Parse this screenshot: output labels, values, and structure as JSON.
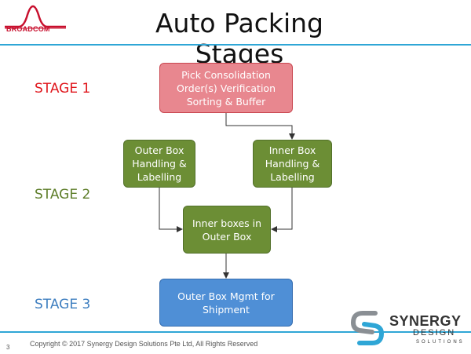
{
  "header": {
    "logo_text": "BROADCOM",
    "title": "Auto Packing Stages"
  },
  "stages": {
    "stage1": "STAGE 1",
    "stage2": "STAGE 2",
    "stage3": "STAGE 3"
  },
  "boxes": {
    "pick": "Pick Consolidation\nOrder(s) Verification\nSorting & Buffer",
    "outer_handling": "Outer Box\nHandling &\nLabelling",
    "inner_handling": "Inner Box\nHandling &\nLabelling",
    "inner_in_outer": "Inner boxes in\nOuter Box",
    "outer_mgmt": "Outer Box Mgmt for\nShipment"
  },
  "footer": {
    "copyright": "Copyright © 2017 Synergy Design Solutions Pte Ltd, All Rights Reserved",
    "page_number": "3",
    "logo_word": "SYNERGY",
    "logo_sub": "DESIGN",
    "logo_sol": "SOLUTIONS"
  },
  "colors": {
    "stage1": "#e0161c",
    "stage2": "#5e7e2a",
    "stage3": "#3f7fc0",
    "accent_rule": "#2fa6d6"
  }
}
